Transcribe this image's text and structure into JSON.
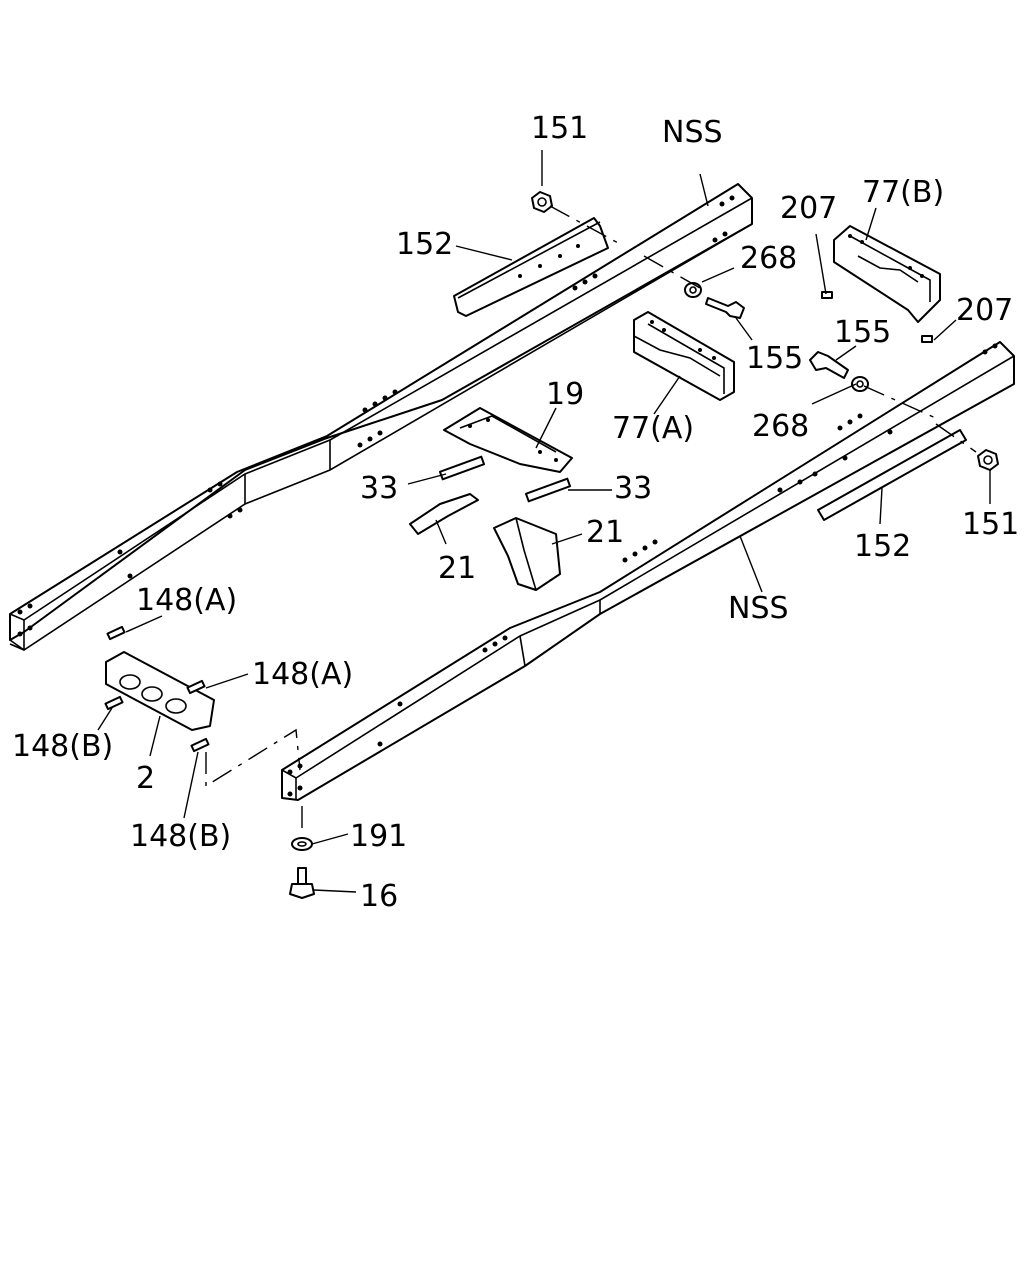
{
  "callouts": {
    "nss_top": "NSS",
    "nss_bottom": "NSS",
    "p151_top": "151",
    "p151_right": "151",
    "p152_top": "152",
    "p152_right": "152",
    "p268_top": "268",
    "p268_right": "268",
    "p155_top": "155",
    "p155_right": "155",
    "p207_top": "207",
    "p207_right": "207",
    "p77b": "77(B)",
    "p77a": "77(A)",
    "p19": "19",
    "p33_left": "33",
    "p33_right": "33",
    "p21_left": "21",
    "p21_right": "21",
    "p148a_top": "148(A)",
    "p148a_right": "148(A)",
    "p148b_left": "148(B)",
    "p148b_bottom": "148(B)",
    "p2": "2",
    "p191": "191",
    "p16": "16"
  },
  "icons": {
    "frame": "chassis-frame-rail-icon",
    "crossmember": "crossmember-icon",
    "bolt": "bolt-icon",
    "nut": "nut-icon",
    "washer": "washer-icon"
  }
}
